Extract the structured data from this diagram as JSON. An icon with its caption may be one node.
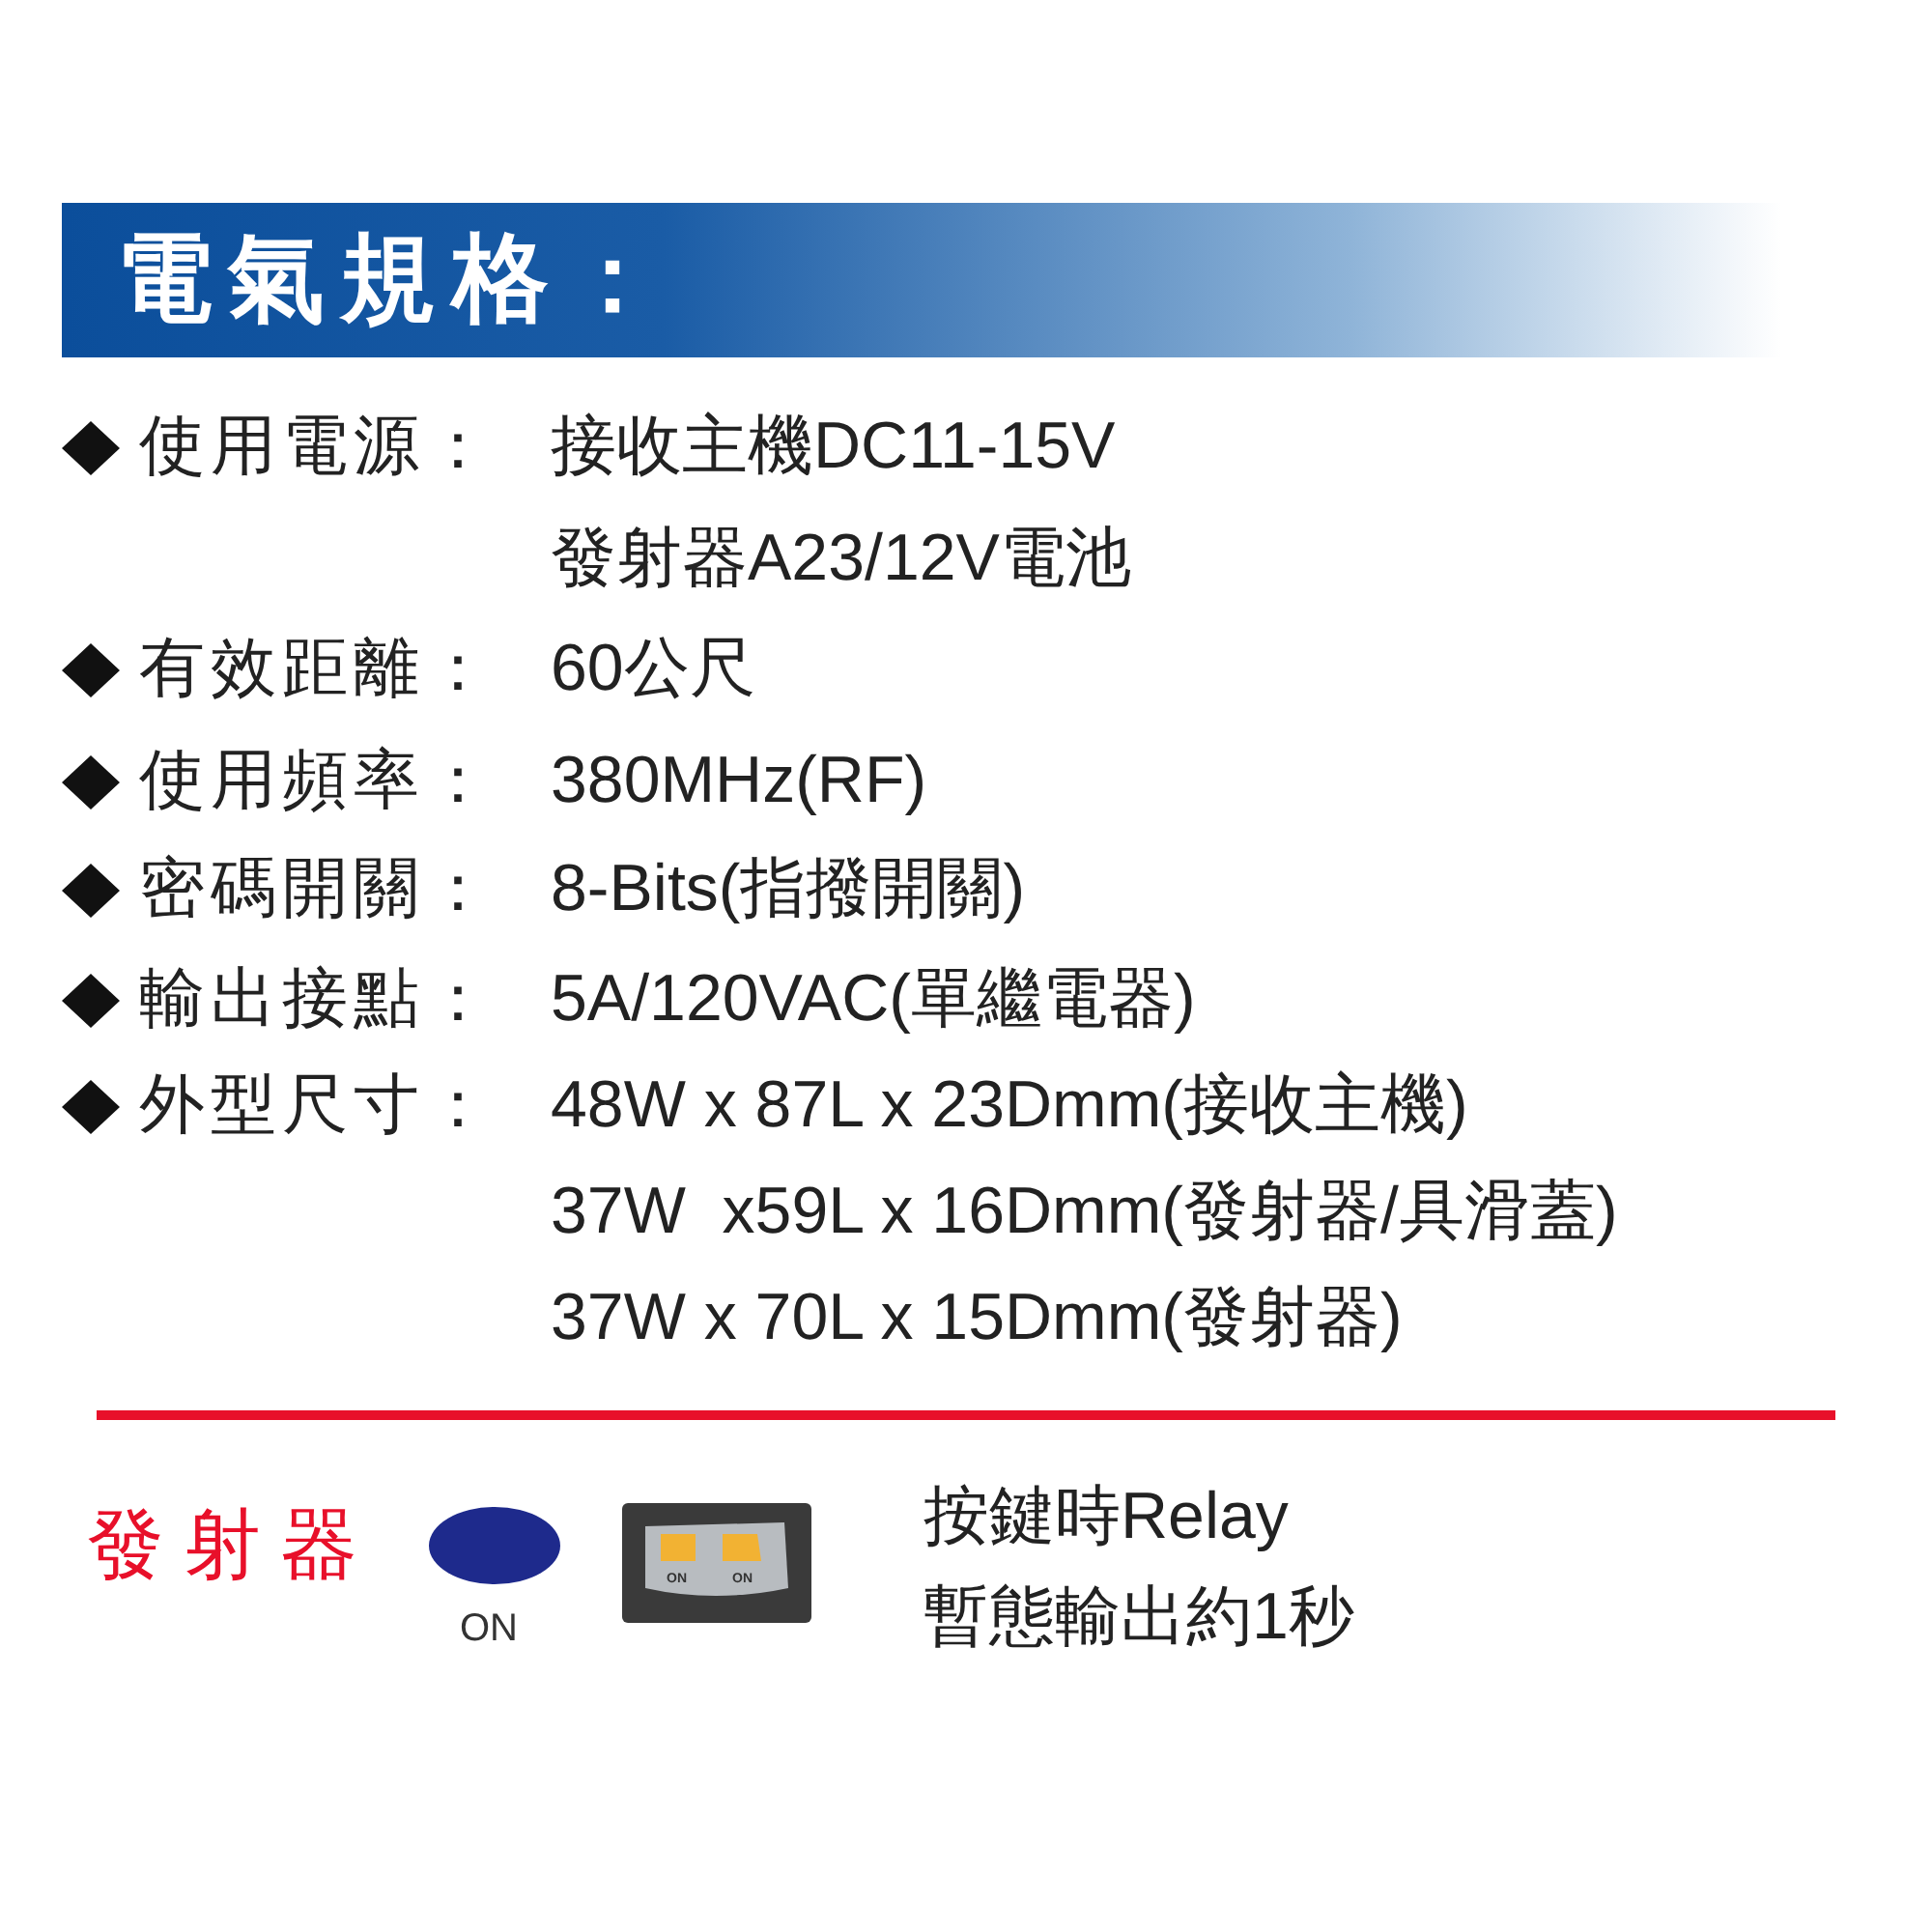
{
  "diagram": {
    "title": "電氣規格：",
    "labels": [
      "使用電源：",
      "接收主機DC11-15V",
      "發射器A23/12V電池",
      "有效距離：",
      "60公尺",
      "使用頻率：",
      "380MHz(RF)",
      "密碼開關：",
      "8-Bits(指撥開關)",
      "輸出接點：",
      "5A/120VAC(單繼電器)",
      "外型尺寸：",
      "48W x 87L x 23Dmm(接收主機)",
      "37W  x59L x 16Dmm(發射器/具滑蓋)",
      "37W x 70L x 15Dmm(發射器)",
      "發射器",
      "ON",
      "ON",
      "ON",
      "按鍵時Relay",
      "暫態輸出約1秒"
    ]
  }
}
